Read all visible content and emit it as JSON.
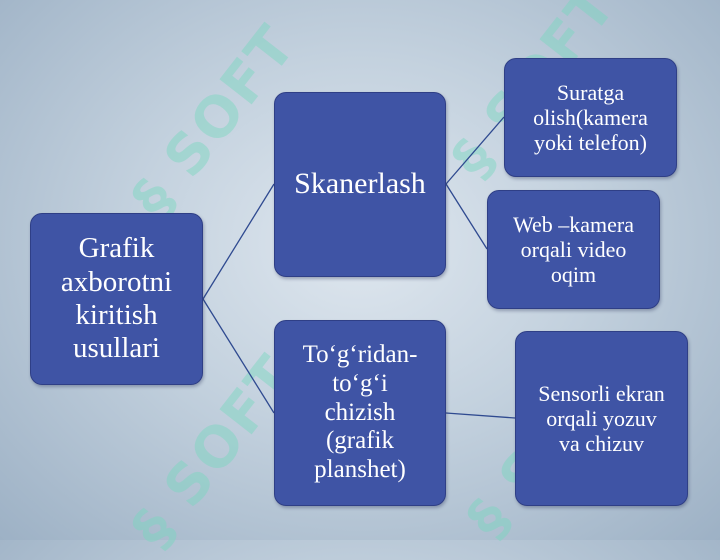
{
  "diagram": {
    "root": "Grafik\naxborotni\nkiritish\nusullari",
    "branches": [
      {
        "label": "Skanerlash",
        "leaves": [
          "Suratga\nolish(kamera\nyoki telefon)",
          "Web –kamera\norqali video\noqim"
        ]
      },
      {
        "label": "To‘g‘ridan-\nto‘g‘i\nchizish\n(grafik\nplanshet)",
        "leaves": [
          "Sensorli ekran\norqali yozuv\nva chizuv"
        ]
      }
    ]
  },
  "watermark": {
    "text": "SOFT",
    "color": "#78d7be"
  },
  "colors": {
    "node_fill": "#3f54a5",
    "node_border": "#2f3f86",
    "connector": "#2f4a90",
    "node_text": "#ffffff"
  }
}
